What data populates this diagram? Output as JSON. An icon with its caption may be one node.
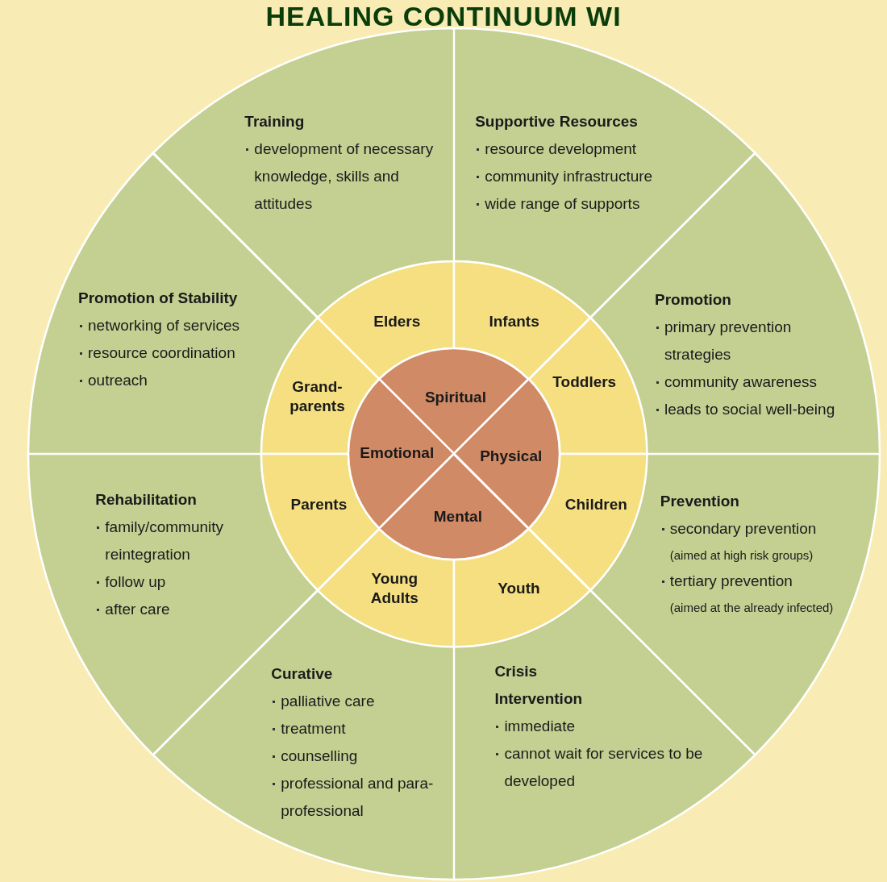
{
  "diagram": {
    "title": "HEALING CONTINUUM WI",
    "nodes": [
      {
        "text": [
          "Training",
          "development of necessary knowledge, skills and attitudes"
        ]
      },
      {
        "text": [
          "Supportive Resources",
          "resource development",
          "community infrastructure",
          "wide range of supports"
        ]
      },
      {
        "text": [
          "Promotion of Stability",
          "networking of services",
          "resource coordination",
          "outreach"
        ]
      },
      {
        "text": [
          "Promotion",
          "primary prevention strategies",
          "community awareness",
          "leads to social well-being"
        ]
      },
      {
        "text": [
          "Rehabilitation",
          "family/community reintegration",
          "follow up",
          "after care"
        ]
      },
      {
        "text": [
          "Prevention",
          "secondary prevention",
          "(aimed at high risk groups)",
          "tertiary prevention",
          "(aimed at the already infected)"
        ]
      },
      {
        "text": [
          "Curative",
          "palliative care",
          "treatment",
          "counselling",
          "professional and para-professional"
        ]
      },
      {
        "text": [
          "Crisis Intervention",
          "immediate",
          "cannot wait for services to be developed"
        ]
      },
      {
        "text": [
          "Elders"
        ]
      },
      {
        "text": [
          "Infants"
        ]
      },
      {
        "text": [
          "Grand-parents"
        ]
      },
      {
        "text": [
          "Toddlers"
        ]
      },
      {
        "text": [
          "Parents"
        ]
      },
      {
        "text": [
          "Children"
        ]
      },
      {
        "text": [
          "Young Adults"
        ]
      },
      {
        "text": [
          "Youth"
        ]
      },
      {
        "text": [
          "Spiritual"
        ]
      },
      {
        "text": [
          "Emotional"
        ]
      },
      {
        "text": [
          "Physical"
        ]
      },
      {
        "text": [
          "Mental"
        ]
      }
    ]
  }
}
